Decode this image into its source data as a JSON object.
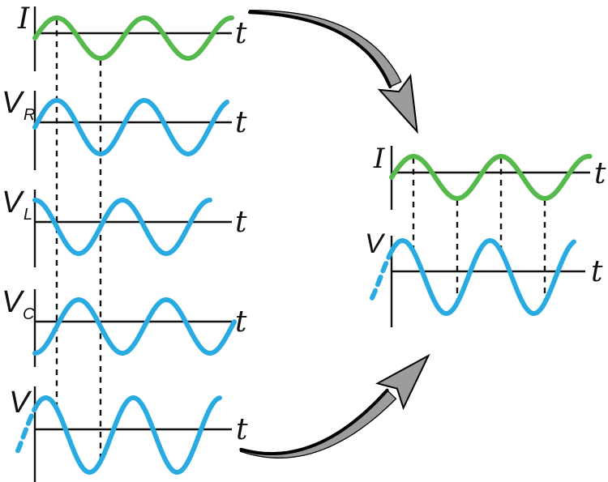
{
  "colors": {
    "current": "#56b94b",
    "voltage": "#29abe2",
    "axis": "#111111",
    "arrow_gray": "#9c9c9c",
    "arrow_outline": "#000000",
    "background": "#ffffff"
  },
  "left_panel": {
    "phase_marker_count": 2,
    "graphs": [
      {
        "label": "I",
        "subscript": "",
        "time_label": "t",
        "series": "current",
        "phase_deg": 0,
        "relative_amplitude": 1.0,
        "dashed_lead_in": false
      },
      {
        "label": "V",
        "subscript": "R",
        "time_label": "t",
        "series": "voltage",
        "phase_deg": 0,
        "relative_amplitude": 1.3,
        "dashed_lead_in": false
      },
      {
        "label": "V",
        "subscript": "L",
        "time_label": "t",
        "series": "voltage",
        "phase_deg": 90,
        "relative_amplitude": 1.3,
        "dashed_lead_in": false
      },
      {
        "label": "V",
        "subscript": "C",
        "time_label": "t",
        "series": "voltage",
        "phase_deg": -90,
        "relative_amplitude": 1.3,
        "dashed_lead_in": false
      },
      {
        "label": "V",
        "subscript": "",
        "time_label": "t",
        "series": "voltage",
        "phase_deg": 45,
        "relative_amplitude": 1.8,
        "dashed_lead_in": true
      }
    ]
  },
  "right_panel": {
    "phase_marker_count": 4,
    "graphs": [
      {
        "label": "I",
        "subscript": "",
        "time_label": "t",
        "series": "current",
        "phase_deg": 0,
        "relative_amplitude": 1.0,
        "dashed_lead_in": false
      },
      {
        "label": "V",
        "subscript": "",
        "time_label": "t",
        "series": "voltage",
        "phase_deg": 45,
        "relative_amplitude": 1.75,
        "dashed_lead_in": true
      }
    ]
  }
}
